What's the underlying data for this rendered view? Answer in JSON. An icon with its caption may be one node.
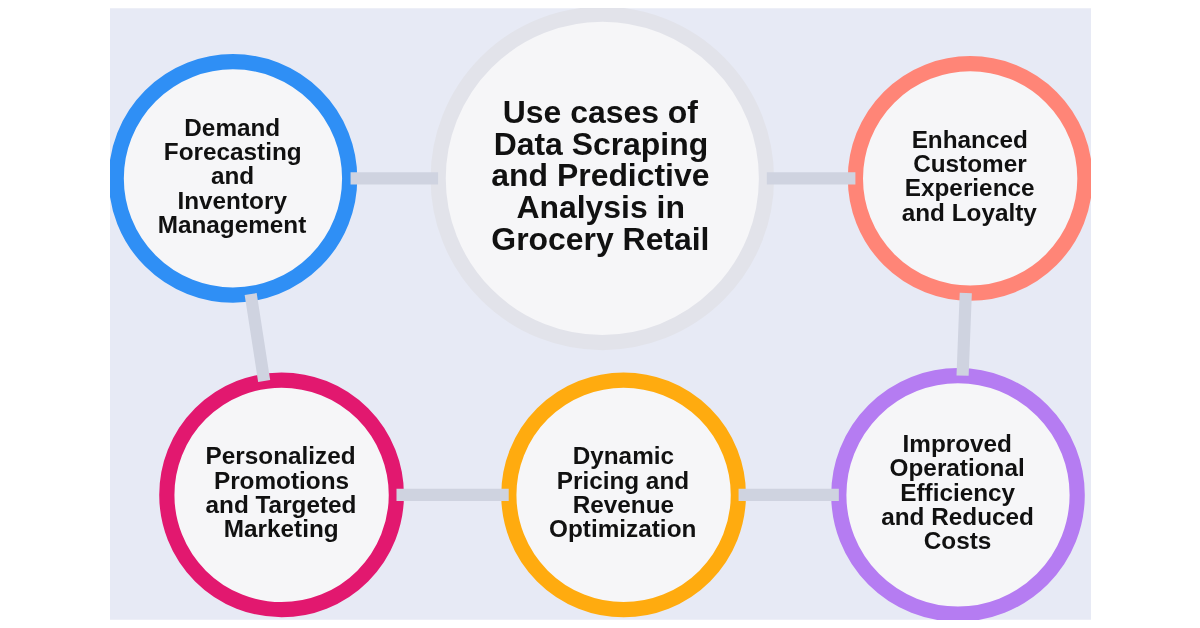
{
  "diagram": {
    "nodes": [
      {
        "text": [
          "Demand Forecasting and Inventory Management"
        ]
      },
      {
        "text": [
          "Use cases of Data Scraping and Predictive Analysis in Grocery Retail"
        ]
      },
      {
        "text": [
          "Enhanced Customer Experience and Loyalty"
        ]
      },
      {
        "text": [
          "Personalized Promotions and Targeted Marketing"
        ]
      },
      {
        "text": [
          "Improved Operational Efficiency and Reduced Costs"
        ]
      },
      {
        "text": [
          "Dynamic Pricing and Revenue Optimization"
        ]
      }
    ],
    "edges": [
      {
        "from": 0,
        "to": 1,
        "arrow": "none"
      },
      {
        "from": 1,
        "to": 2,
        "arrow": "none"
      },
      {
        "from": 0,
        "to": 3,
        "arrow": "none"
      },
      {
        "from": 2,
        "to": 4,
        "arrow": "none"
      },
      {
        "from": 3,
        "to": 5,
        "arrow": "none"
      },
      {
        "from": 5,
        "to": 4,
        "arrow": "none"
      }
    ]
  }
}
